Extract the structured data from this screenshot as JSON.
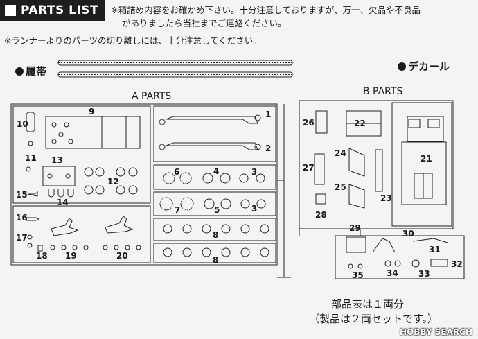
{
  "header": {
    "title": "PARTS LIST"
  },
  "notes": {
    "line1": "※箱詰め内容をお確かめ下さい。十分注意しておりますが、万一、欠品や不良品",
    "line2": "がありましたら当社までご連絡ください。",
    "line3": "※ランナーよりのパーツの切り離しには、十分注意してください。"
  },
  "tracks": {
    "label": "履帯"
  },
  "decal": {
    "label": "デカール"
  },
  "a_parts": {
    "title": "A PARTS",
    "numbers": [
      "1",
      "2",
      "3",
      "4",
      "3",
      "5",
      "6",
      "7",
      "8",
      "8",
      "9",
      "10",
      "11",
      "12",
      "13",
      "14",
      "15",
      "16",
      "17",
      "18",
      "19",
      "20"
    ]
  },
  "b_parts": {
    "title": "B PARTS",
    "numbers": [
      "21",
      "22",
      "23",
      "24",
      "25",
      "26",
      "27",
      "28",
      "29",
      "30",
      "31",
      "32",
      "33",
      "34",
      "35"
    ]
  },
  "footer": {
    "line1": "部品表は１両分",
    "line2": "（製品は２両セットです。）"
  },
  "watermark": "HOBBY SEARCH"
}
